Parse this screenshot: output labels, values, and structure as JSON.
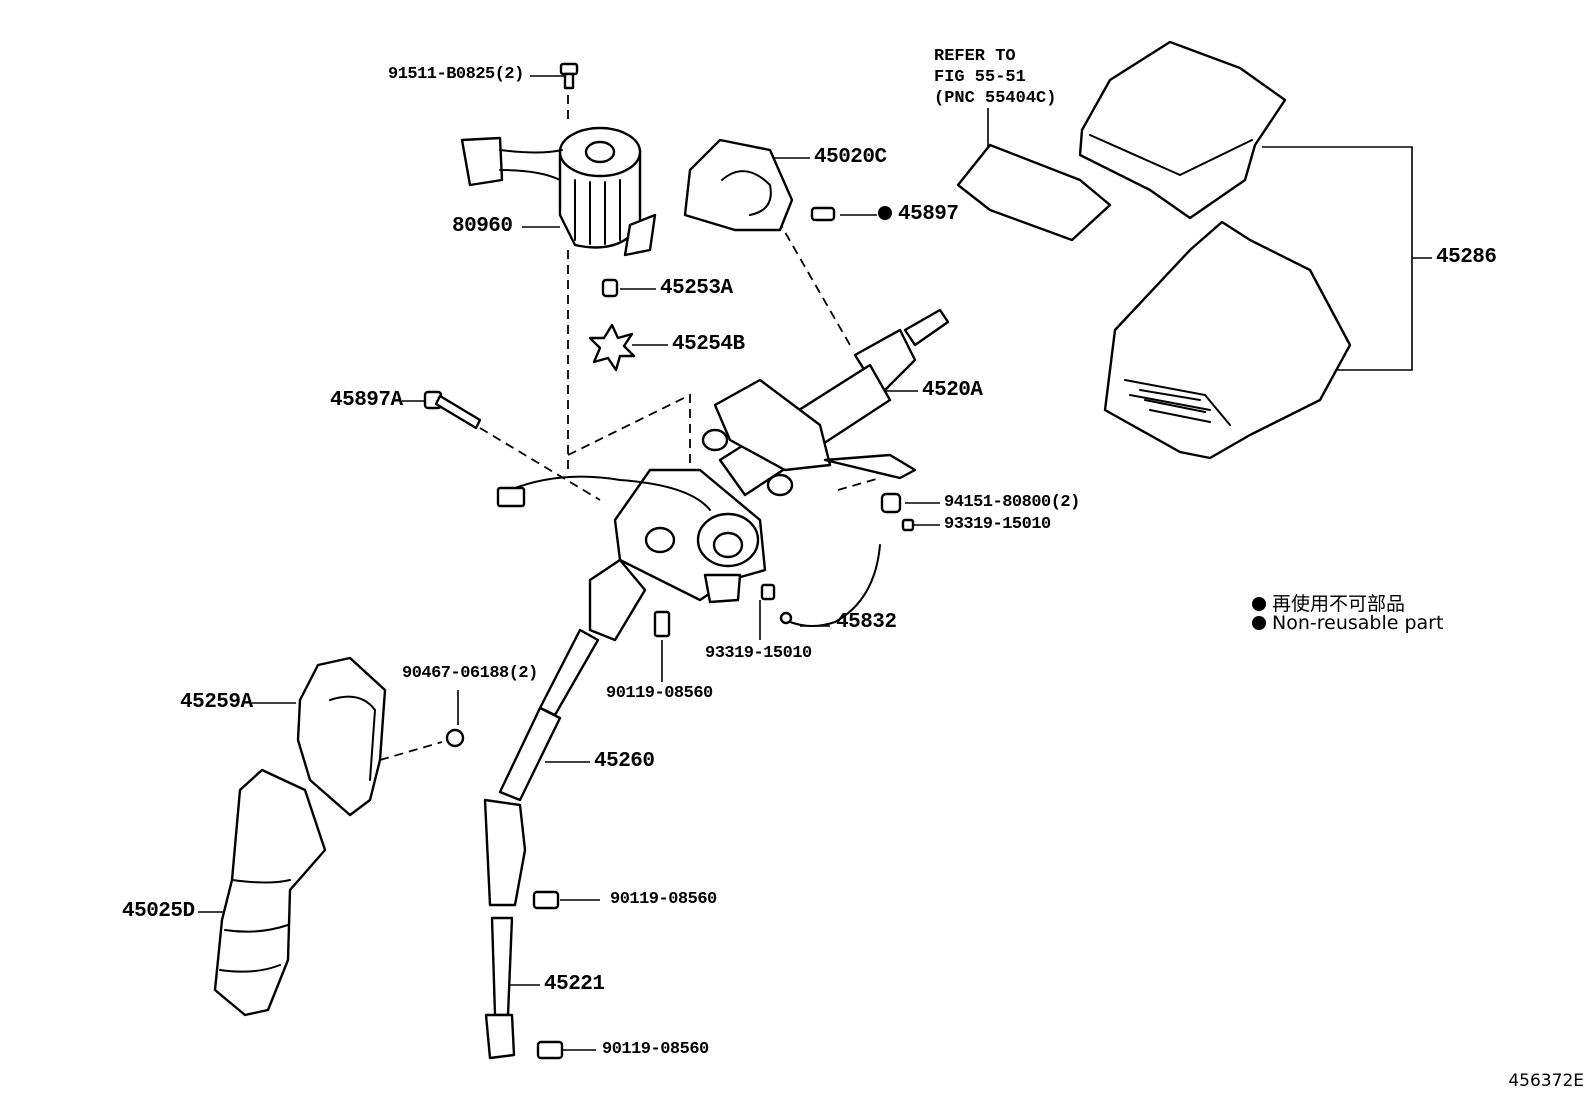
{
  "parts": [
    {
      "id": "p1",
      "text": "91511-B0825(2)"
    },
    {
      "id": "p2",
      "text": "80960"
    },
    {
      "id": "p3",
      "text": "45020C"
    },
    {
      "id": "p4",
      "text": "45897"
    },
    {
      "id": "p5",
      "text": "45253A"
    },
    {
      "id": "p6",
      "text": "45254B"
    },
    {
      "id": "p7",
      "text": "45897A"
    },
    {
      "id": "p8",
      "text": "4520A"
    },
    {
      "id": "p9",
      "text": "94151-80800(2)"
    },
    {
      "id": "p10",
      "text": "93319-15010"
    },
    {
      "id": "p11",
      "text": "45832"
    },
    {
      "id": "p12",
      "text": "93319-15010"
    },
    {
      "id": "p13",
      "text": "90119-08560"
    },
    {
      "id": "p14",
      "text": "90467-06188(2)"
    },
    {
      "id": "p15",
      "text": "45259A"
    },
    {
      "id": "p16",
      "text": "45260"
    },
    {
      "id": "p17",
      "text": "90119-08560"
    },
    {
      "id": "p18",
      "text": "45025D"
    },
    {
      "id": "p19",
      "text": "45221"
    },
    {
      "id": "p20",
      "text": "90119-08560"
    },
    {
      "id": "p21",
      "text": "45286"
    }
  ],
  "refer_note": [
    "REFER TO",
    "FIG 55-51",
    "(PNC 55404C)"
  ],
  "legend": {
    "jp": "再使用不可部品",
    "en": "Non-reusable part"
  },
  "figure_id": "456372E"
}
